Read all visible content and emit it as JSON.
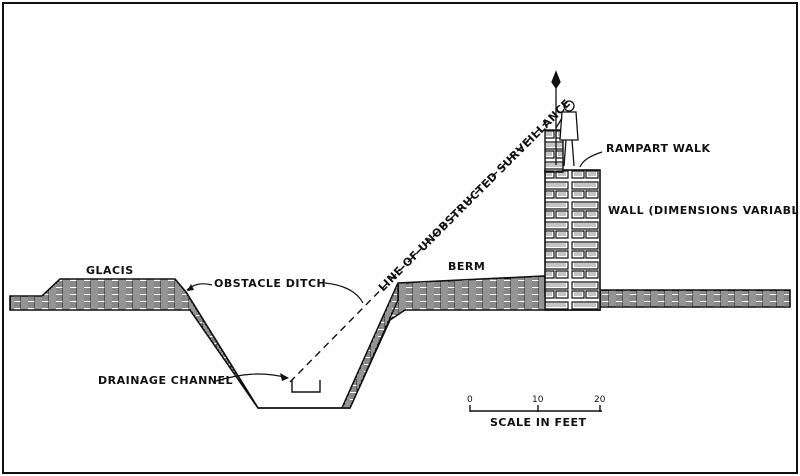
{
  "labels": {
    "glacis": "GLACIS",
    "obstacle_ditch": "OBSTACLE DITCH",
    "drainage_channel": "DRAINAGE CHANNEL",
    "line_of_sight": "LINE OF UNOBSTRUCTED SURVEILLANCE",
    "berm": "BERM",
    "rampart_walk": "RAMPART WALK",
    "wall": "WALL (DIMENSIONS VARIABLE"
  },
  "scale": {
    "ticks": [
      "0",
      "10",
      "20"
    ],
    "caption": "SCALE IN FEET"
  },
  "colors": {
    "ink": "#111111",
    "paper": "#ffffff"
  }
}
